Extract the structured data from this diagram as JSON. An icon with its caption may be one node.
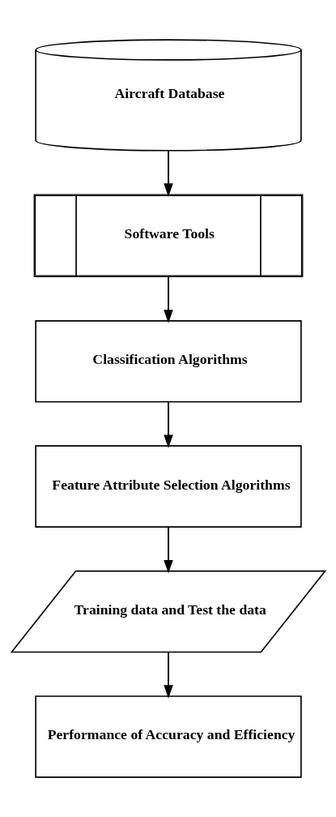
{
  "diagram": {
    "nodes": [
      {
        "text": [
          "Aircraft Database"
        ]
      },
      {
        "text": [
          "Software Tools"
        ]
      },
      {
        "text": [
          "Classification Algorithms"
        ]
      },
      {
        "text": [
          "Feature Attribute Selection Algorithms"
        ]
      },
      {
        "text": [
          "Training data and Test the data"
        ]
      },
      {
        "text": [
          "Performance of Accuracy and Efficiency"
        ]
      }
    ],
    "edges": [
      {
        "from": 0,
        "to": 1,
        "arrow": "to"
      },
      {
        "from": 1,
        "to": 2,
        "arrow": "to"
      },
      {
        "from": 2,
        "to": 3,
        "arrow": "to"
      },
      {
        "from": 3,
        "to": 4,
        "arrow": "to"
      },
      {
        "from": 4,
        "to": 5,
        "arrow": "to"
      }
    ]
  }
}
